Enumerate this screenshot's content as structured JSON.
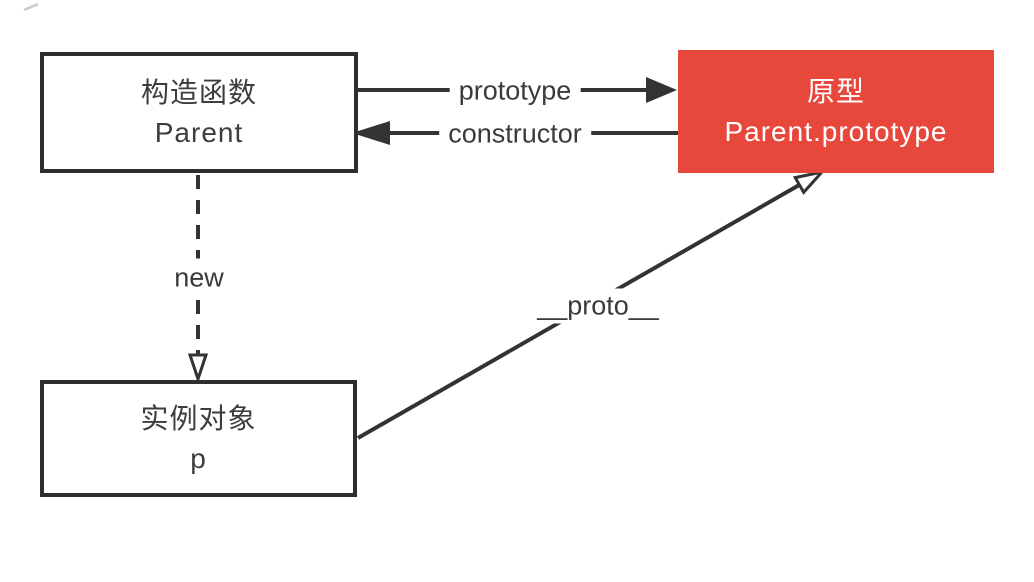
{
  "diagram": {
    "boxes": {
      "constructor_fn": {
        "line1": "构造函数",
        "line2": "Parent"
      },
      "prototype_obj": {
        "line1": "原型",
        "line2": "Parent.prototype"
      },
      "instance_obj": {
        "line1": "实例对象",
        "line2": "p"
      }
    },
    "edges": {
      "prototype_label": "prototype",
      "constructor_label": "constructor",
      "new_label": "new",
      "proto_label": "__proto__"
    },
    "colors": {
      "background": "#FFFFFF",
      "box_border": "#2E2E2E",
      "line": "#333333",
      "text": "#3D3D3D",
      "accent_red": "#E8473C",
      "accent_text": "#FFFFFF"
    }
  }
}
